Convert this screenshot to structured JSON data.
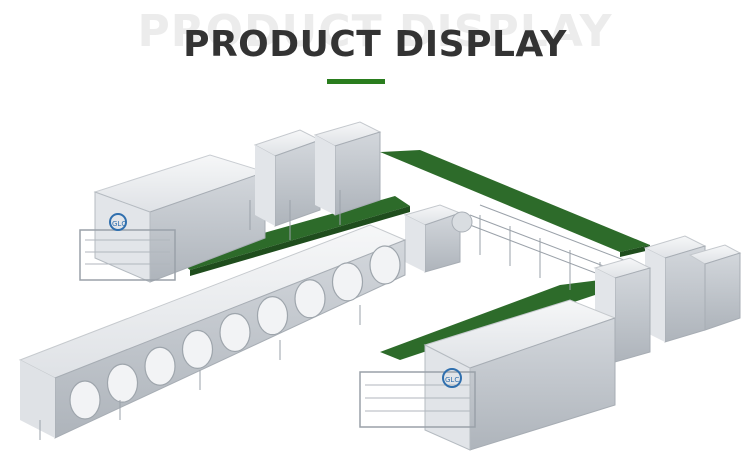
{
  "header": {
    "ghost_text": "PRODUCT DISPLAY",
    "title": "PRODUCT DISPLAY"
  },
  "colors": {
    "accent": "#2a7d1e",
    "conveyor": "#2d6b2a",
    "machine_body": "#e9ebee",
    "machine_shadow": "#b9bec5",
    "title_text": "#333333",
    "ghost_text": "#ececec"
  },
  "machines": {
    "logo_text_left": "GLC",
    "logo_text_right": "GLC"
  }
}
